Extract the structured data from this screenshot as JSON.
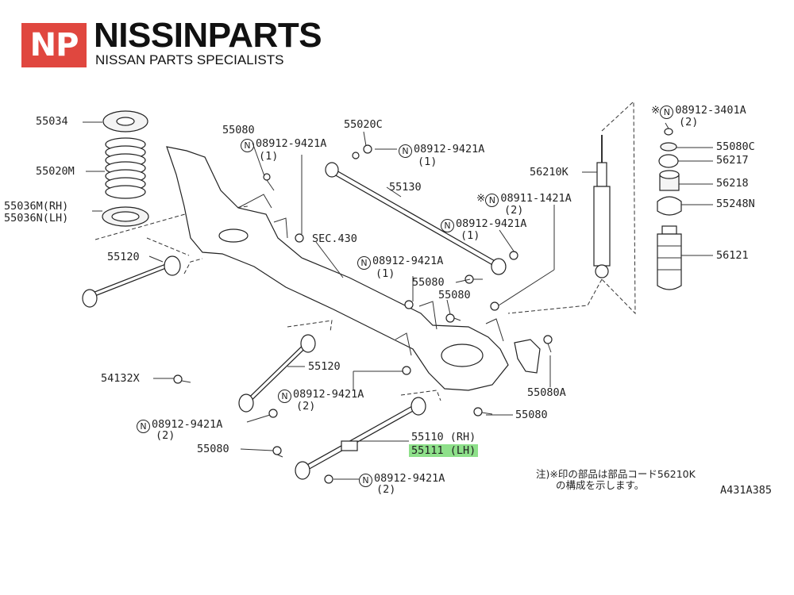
{
  "brand": {
    "logo_text": "NP",
    "logo_color": "#e0473f",
    "name": "NISSINPARTS",
    "tagline": "NISSAN PARTS SPECIALISTS"
  },
  "highlight_color": "#8ee08a",
  "labels": {
    "p55034": "55034",
    "p55020M": "55020M",
    "p55036MN": "55036M(RH)\n55036N(LH)",
    "p55120_top": "55120",
    "p55080_a": "55080",
    "b08912_9421A_1": "08912-9421A",
    "b08912_9421A_1_qty": "(1)",
    "p55020C": "55020C",
    "b08912_9421A_2": "08912-9421A",
    "b08912_9421A_2_qty": "(1)",
    "p55130": "55130",
    "sec430": "SEC.430",
    "b08911_1421A": "08911-1421A",
    "b08911_1421A_prefix": "※",
    "b08911_1421A_qty": "(2)",
    "b08912_9421A_3": "08912-9421A",
    "b08912_9421A_3_qty": "(1)",
    "b08912_9421A_4": "08912-9421A",
    "b08912_9421A_4_qty": "(1)",
    "p55080_b": "55080",
    "p55080_c": "55080",
    "p55120_mid": "55120",
    "p54132X": "54132X",
    "b08912_9421A_5": "08912-9421A",
    "b08912_9421A_5_qty": "(2)",
    "b08912_9421A_6": "08912-9421A",
    "b08912_9421A_6_qty": "(2)",
    "p55080_d": "55080",
    "p55080A": "55080A",
    "p55080_e": "55080",
    "p55110": "55110 (RH)",
    "p55111": "55111 (LH)",
    "b08912_9421A_7": "08912-9421A",
    "b08912_9421A_7_qty": "(2)",
    "p56210K": "56210K",
    "b08912_3401A_prefix": "※",
    "b08912_3401A": "08912-3401A",
    "b08912_3401A_qty": "(2)",
    "p55080C": "55080C",
    "p56217": "56217",
    "p56218": "56218",
    "p55248N": "55248N",
    "p56121": "56121",
    "note_line1": "注)※印の部品は部品コード56210K",
    "note_line2": "の構成を示します。",
    "diagram_code": "A431A385",
    "n_symbol": "N"
  }
}
